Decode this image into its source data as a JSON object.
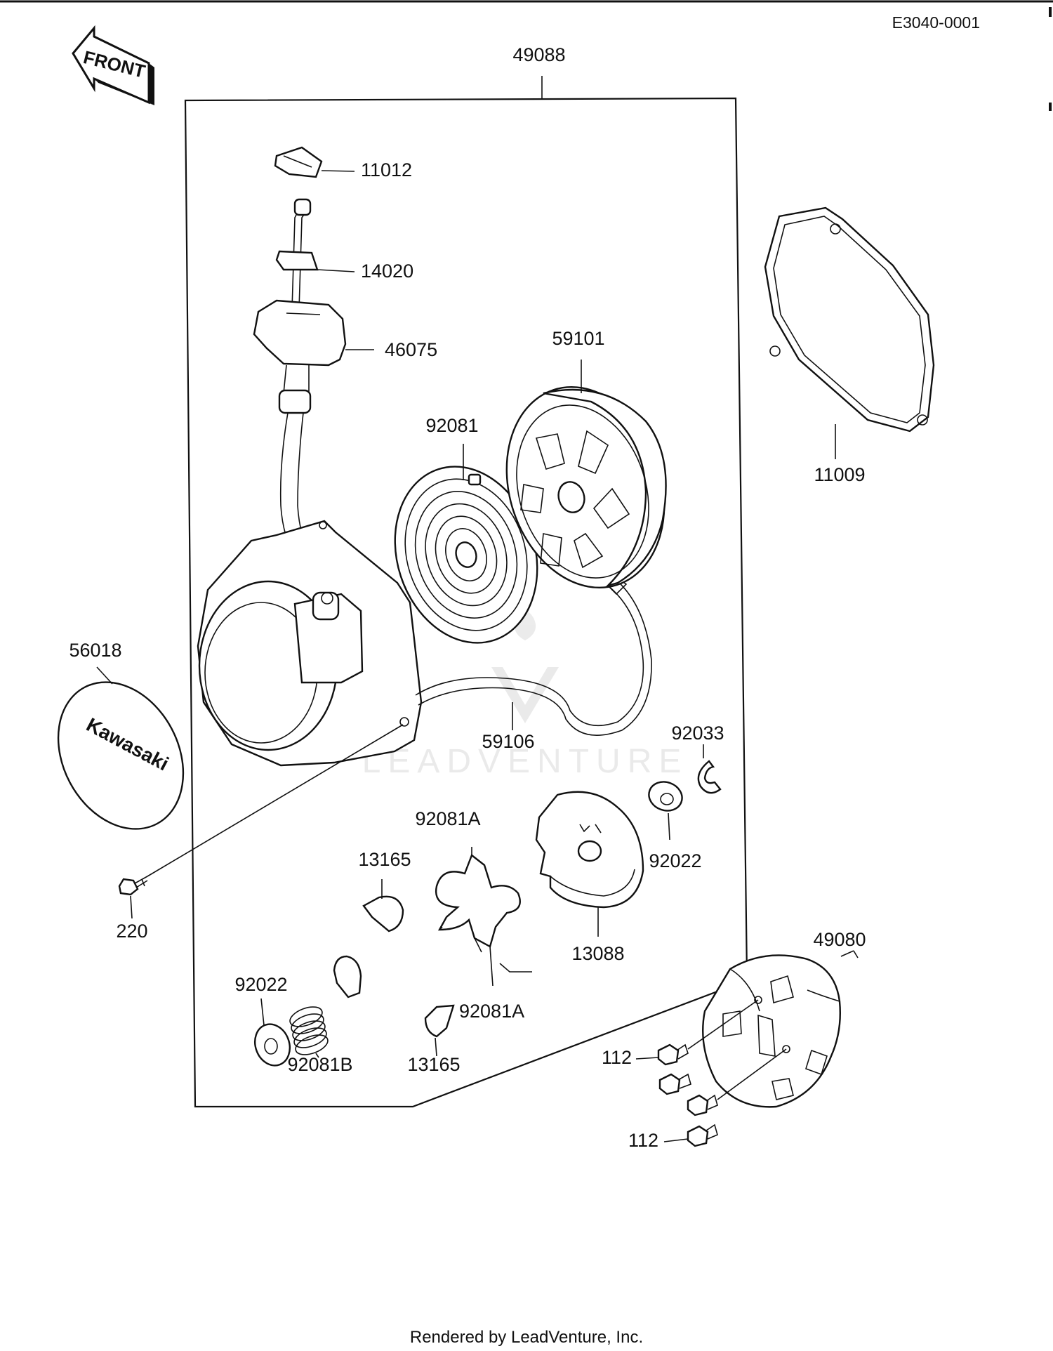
{
  "diagram_ref": "E3040-0001",
  "front_label": "FRONT",
  "watermark_text": "LEADVENTURE",
  "cover_brand": "Kawasaki",
  "footer": "Rendered by LeadVenture, Inc.",
  "parts": {
    "assembly": "49088",
    "grip_cap": "11012",
    "rope_guide": "14020",
    "handle": "46075",
    "reel": "59101",
    "spring": "92081",
    "gasket": "11009",
    "cover": "56018",
    "rope": "59106",
    "circlip": "92033",
    "washer_upper": "92022",
    "screw": "220",
    "spring_a_top": "92081A",
    "spring_a_bottom": "92081A",
    "ratchet_top": "13165",
    "ratchet_bottom": "13165",
    "guide_plate": "13088",
    "washer_lower": "92022",
    "spring_b": "92081B",
    "pulley": "49080",
    "bolt_upper": "112",
    "bolt_lower": "112"
  }
}
